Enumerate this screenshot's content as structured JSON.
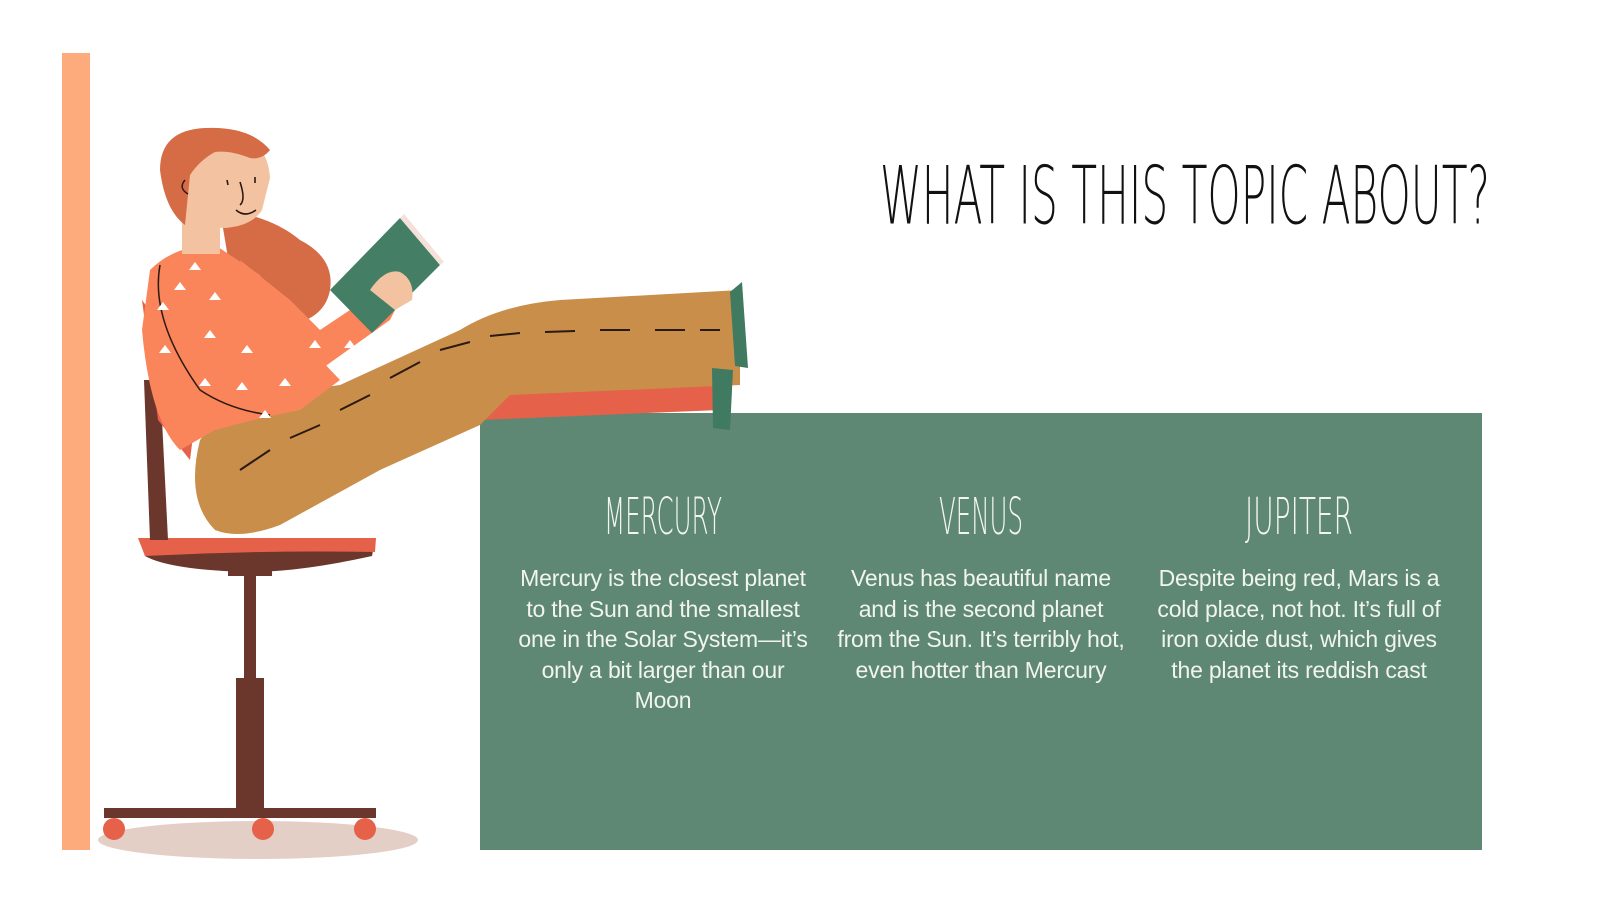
{
  "slide": {
    "title": "WHAT IS THIS TOPIC ABOUT?",
    "colors": {
      "accent_bar": "#FDAA7C",
      "panel": "#5E8873",
      "panel_text": "#F3F6EE",
      "title_text": "#111111"
    },
    "columns": [
      {
        "heading": "MERCURY",
        "body": "Mercury is the closest planet to the Sun and the smallest one in the Solar System—it’s only a bit larger than our Moon"
      },
      {
        "heading": "VENUS",
        "body": "Venus has  beautiful name and is the second planet from the Sun. It’s terribly hot, even hotter than Mercury"
      },
      {
        "heading": "JUPITER",
        "body": "Despite being red, Mars is a cold place, not hot. It’s full of iron oxide dust, which gives the planet its reddish cast"
      }
    ],
    "illustration": {
      "icon": "woman-reading-on-office-chair-illustration"
    }
  }
}
